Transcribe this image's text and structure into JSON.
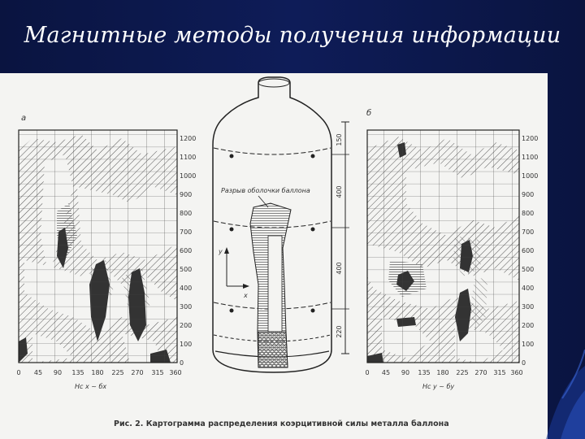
{
  "slide": {
    "title": "Магнитные методы получения информации"
  },
  "figure": {
    "panel_a": {
      "letter": "а",
      "y_ticks": [
        "0",
        "100",
        "200",
        "300",
        "400",
        "500",
        "600",
        "700",
        "800",
        "900",
        "1000",
        "1100",
        "1200"
      ],
      "x_ticks": [
        "0",
        "45",
        "90",
        "135",
        "180",
        "225",
        "270",
        "315",
        "360"
      ],
      "xlabel": "Нс х ~ бх"
    },
    "panel_b": {
      "letter": "б",
      "y_ticks": [
        "0",
        "100",
        "200",
        "300",
        "400",
        "500",
        "600",
        "700",
        "800",
        "900",
        "1000",
        "1100",
        "1200"
      ],
      "x_ticks": [
        "0",
        "45",
        "90",
        "135",
        "180",
        "225",
        "270",
        "315",
        "360"
      ],
      "xlabel": "Нс у ~ бу"
    },
    "cylinder": {
      "crack_label": "Разрыв оболочки баллона",
      "dims": [
        "150",
        "400",
        "400",
        "220"
      ],
      "axis_y": "y",
      "axis_x": "x"
    },
    "caption": "Рис. 2. Картограмма распределения коэрцитивной силы металла баллона"
  }
}
